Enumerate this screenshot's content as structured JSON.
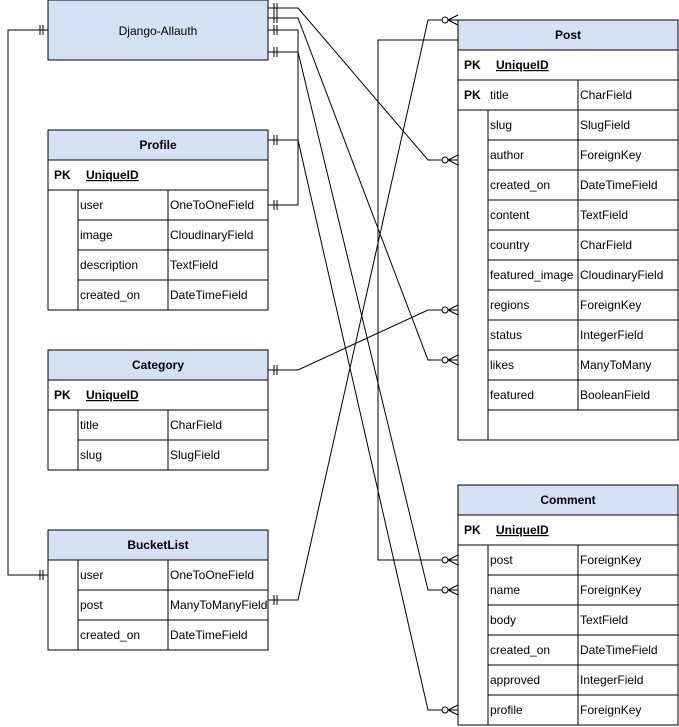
{
  "auth_entity": {
    "title": "Django-Allauth"
  },
  "entities": [
    {
      "id": "profile",
      "title": "Profile",
      "pk": {
        "label": "PK",
        "name": "UniqueID"
      },
      "fields": [
        {
          "name": "user",
          "type": "OneToOneField"
        },
        {
          "name": "image",
          "type": "CloudinaryField"
        },
        {
          "name": "description",
          "type": "TextField"
        },
        {
          "name": "created_on",
          "type": "DateTimeField"
        }
      ]
    },
    {
      "id": "category",
      "title": "Category",
      "pk": {
        "label": "PK",
        "name": "UniqueID"
      },
      "fields": [
        {
          "name": "title",
          "type": "CharField"
        },
        {
          "name": "slug",
          "type": "SlugField"
        }
      ]
    },
    {
      "id": "bucketlist",
      "title": "BucketList",
      "pk": {
        "label": "PK",
        "name": "UniqueID"
      },
      "fields": [
        {
          "name": "user",
          "type": "OneToOneField"
        },
        {
          "name": "post",
          "type": "ManyToManyField"
        },
        {
          "name": "created_on",
          "type": "DateTimeField"
        }
      ]
    },
    {
      "id": "post",
      "title": "Post",
      "pk": {
        "label": "PK",
        "name": "UniqueID"
      },
      "pk2": {
        "label": "PK",
        "name": "title",
        "type": "CharField"
      },
      "fields": [
        {
          "name": "slug",
          "type": "SlugField"
        },
        {
          "name": "author",
          "type": "ForeignKey"
        },
        {
          "name": "created_on",
          "type": "DateTimeField"
        },
        {
          "name": "content",
          "type": "TextField"
        },
        {
          "name": "country",
          "type": "CharField"
        },
        {
          "name": "featured_image",
          "type": "CloudinaryField"
        },
        {
          "name": "regions",
          "type": "ForeignKey"
        },
        {
          "name": "status",
          "type": "IntegerField"
        },
        {
          "name": "likes",
          "type": "ManyToMany"
        },
        {
          "name": "featured",
          "type": "BooleanField"
        }
      ]
    },
    {
      "id": "comment",
      "title": "Comment",
      "pk": {
        "label": "PK",
        "name": "UniqueID"
      },
      "fields": [
        {
          "name": "post",
          "type": "ForeignKey"
        },
        {
          "name": "name",
          "type": "ForeignKey"
        },
        {
          "name": "body",
          "type": "TextField"
        },
        {
          "name": "created_on",
          "type": "DateTimeField"
        },
        {
          "name": "approved",
          "type": "IntegerField"
        },
        {
          "name": "profile",
          "type": "ForeignKey"
        }
      ]
    }
  ]
}
